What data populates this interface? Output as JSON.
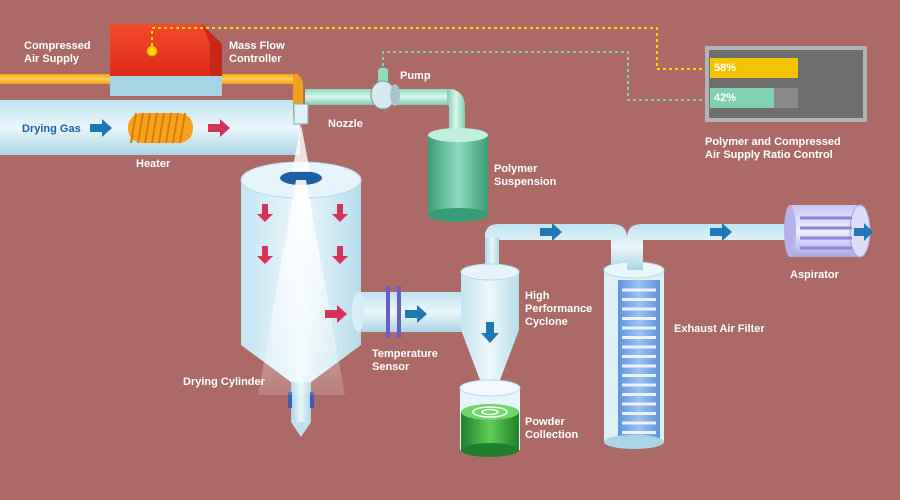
{
  "labels": {
    "compressed_air": "Compressed\nAir Supply",
    "mass_flow": "Mass Flow\nController",
    "pump": "Pump",
    "nozzle": "Nozzle",
    "drying_gas": "Drying Gas",
    "heater": "Heater",
    "polymer": "Polymer\nSuspension",
    "ratio_control": "Polymer and Compressed\nAir Supply Ratio Control",
    "drying_cylinder": "Drying Cylinder",
    "temperature_sensor": "Temperature\nSensor",
    "cyclone": "High\nPerformance\nCyclone",
    "exhaust_filter": "Exhaust Air Filter",
    "aspirator": "Aspirator",
    "powder": "Powder\nCollection"
  },
  "ratio_control": {
    "air_percent": "58%",
    "polymer_percent": "42%",
    "air_fraction": 0.58,
    "polymer_fraction": 0.42
  },
  "colors": {
    "background": "#ab6a66",
    "air_bar": "#f5c400",
    "polymer_bar": "#7fd3b0",
    "flow_arrow_blue": "#1f78b4",
    "flow_arrow_red": "#d6335a",
    "controller_red": "#e8321e",
    "polymer_tank": "#4cb28a",
    "powder_green": "#2e9e3a",
    "aspirator_purple": "#b9b6ec"
  }
}
